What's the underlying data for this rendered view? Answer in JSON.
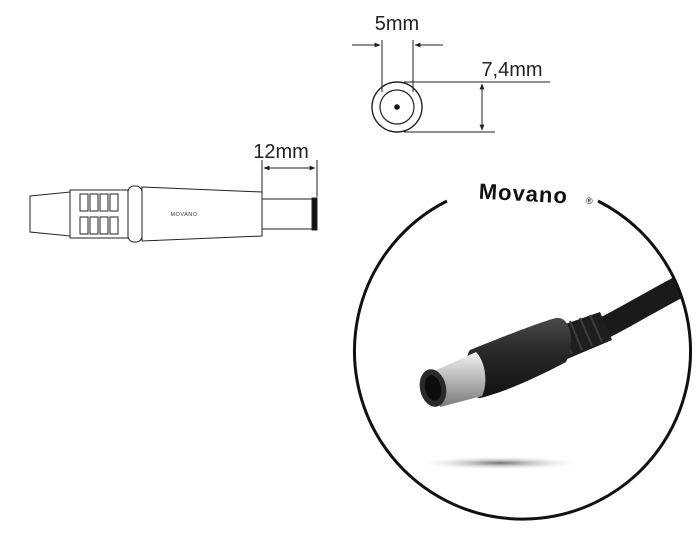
{
  "dimensions": {
    "pin_diameter": "5mm",
    "outer_diameter": "7,4mm",
    "tip_length": "12mm"
  },
  "brand": {
    "name": "Movano",
    "small_label": "MOVANO",
    "arc_label": "Movano",
    "registered_mark": "®"
  },
  "colors": {
    "line": "#222222",
    "cable": "#1e1e1e",
    "tip": "#d9d9d9"
  }
}
